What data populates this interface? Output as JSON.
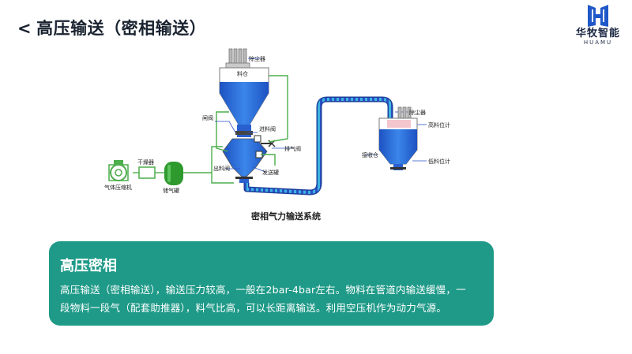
{
  "page": {
    "title_chevron": "<",
    "title": "高压输送（密相输送）"
  },
  "logo": {
    "cn": "华牧智能",
    "en": "HUAMU"
  },
  "diagram": {
    "caption": "密相气力输送系统",
    "labels": {
      "dust_collector_top": "除尘器",
      "silo": "料仓",
      "gate_valve": "闸阀",
      "feed_valve": "进料阀",
      "exhaust_valve": "排气阀",
      "discharge_valve": "出料阀",
      "sending_tank": "发送罐",
      "dryer": "干燥器",
      "air_compressor": "气体压缩机",
      "air_tank": "储气罐",
      "dust_collector_right": "除尘器",
      "high_level": "高料位计",
      "receiving_bin": "接收仓",
      "low_level": "低料位计"
    },
    "colors": {
      "vessel_blue": "#2f6fd8",
      "pipe_green": "#2e9a2e",
      "air_line_green": "#4cae4c",
      "pipe_blue": "#2a50c8"
    }
  },
  "card": {
    "title": "高压密相",
    "body_line1": "高压输送（密相输送），输送压力较高，一般在2bar-4bar左右。物料在管道内输送缓慢，一",
    "body_line2": "段物料一段气（配套助推器），料气比高，可以长距离输送。利用空压机作为动力气源。",
    "background": "#1f9a88"
  }
}
